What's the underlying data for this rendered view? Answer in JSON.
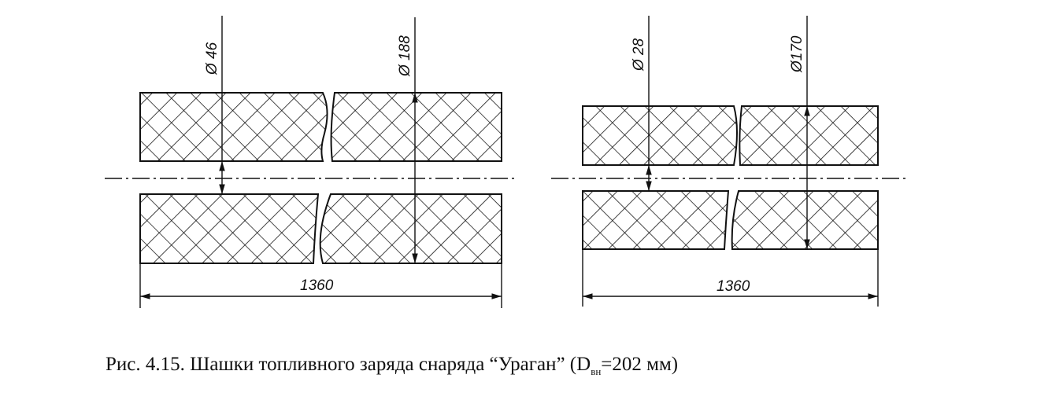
{
  "figure": {
    "left_grain": {
      "inner_diameter": "Ø 46",
      "outer_diameter": "Ø 188",
      "length": "1360"
    },
    "right_grain": {
      "inner_diameter": "Ø 28",
      "outer_diameter": "Ø170",
      "length": "1360"
    }
  },
  "caption": {
    "text": "Рис. 4.15. Шашки топливного заряда снаряда “Ураган” (D",
    "subscript": "вн",
    "suffix": "=202 мм)"
  }
}
